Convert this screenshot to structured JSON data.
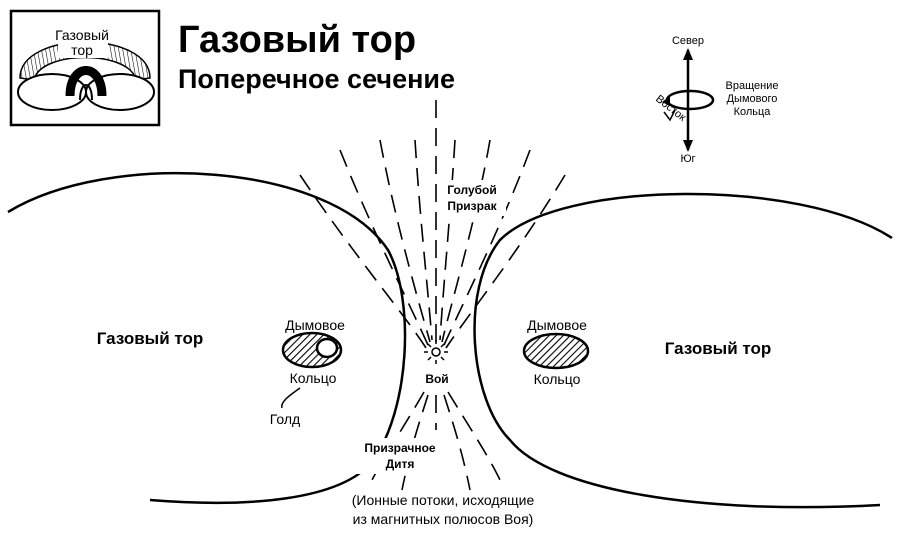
{
  "title": "Газовый тор",
  "subtitle": "Поперечное сечение",
  "inset": {
    "label_line1": "Газовый",
    "label_line2": "тор"
  },
  "compass": {
    "north": "Север",
    "south": "Юг",
    "east": "Восток",
    "rotation_line1": "Вращение",
    "rotation_line2": "Дымового",
    "rotation_line3": "Кольца"
  },
  "left_torus": {
    "label": "Газовый тор",
    "ring_label_line1": "Дымовое",
    "ring_label_line2": "Кольцо",
    "gold_label": "Голд"
  },
  "right_torus": {
    "label": "Газовый тор",
    "ring_label_line1": "Дымовое",
    "ring_label_line2": "Кольцо"
  },
  "center": {
    "blue_ghost_line1": "Голубой",
    "blue_ghost_line2": "Призрак",
    "voy": "Вой",
    "ghost_child_line1": "Призрачное",
    "ghost_child_line2": "Дитя",
    "ion_note_line1": "(Ионные потоки, исходящие",
    "ion_note_line2": "из магнитных полюсов Воя)"
  },
  "colors": {
    "ink": "#000000",
    "paper": "#ffffff"
  }
}
